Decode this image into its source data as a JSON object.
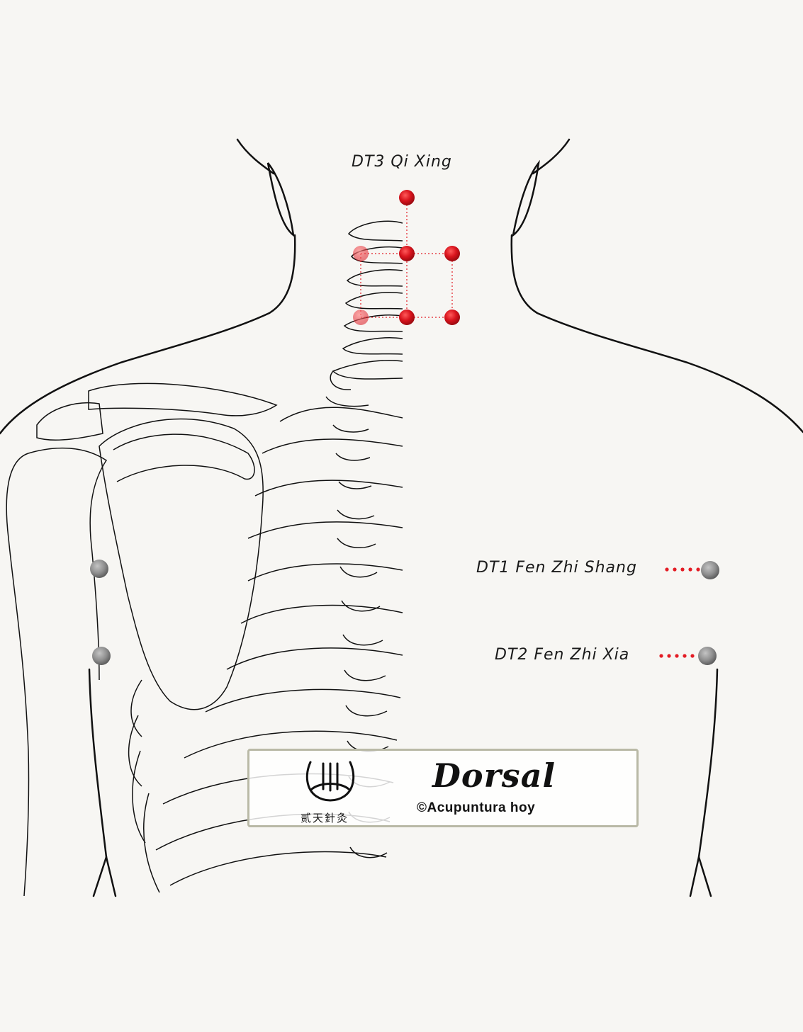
{
  "labels": {
    "dt3": "DT3 Qi Xing",
    "dt1": "DT1 Fen Zhi Shang",
    "dt2": "DT2 Fen Zhi Xia"
  },
  "info_box": {
    "title": "Dorsal",
    "copyright": "©Acupuntura hoy",
    "logo_text": "贰天針灸"
  },
  "colors": {
    "point_red": "#d8141d",
    "point_gray": "#8f8f8f",
    "outline": "#111111",
    "box_border": "#b9b9a6"
  }
}
